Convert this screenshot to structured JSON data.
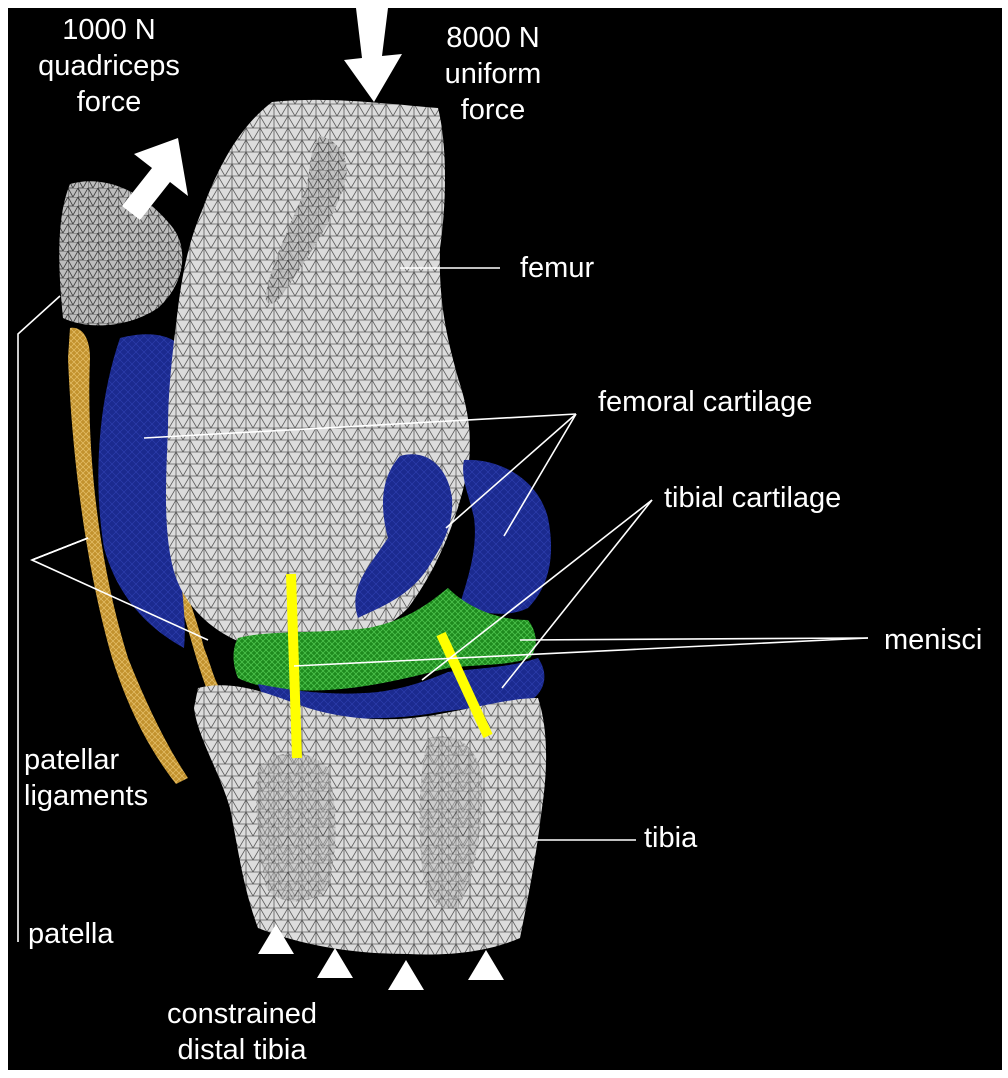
{
  "colors": {
    "background": "#000000",
    "bone": "#d9d9d9",
    "cartilage": "#1a237e",
    "menisci": "#1f8c1f",
    "ligament": "#c99b3c",
    "marker": "#ffff00",
    "arrow": "#ffffff",
    "label_text": "#ffffff",
    "leader_line": "#ffffff"
  },
  "loads": {
    "quadriceps": {
      "line1": "1000 N",
      "line2": "quadriceps",
      "line3": "force"
    },
    "uniform": {
      "line1": "8000 N",
      "line2": "uniform",
      "line3": "force"
    }
  },
  "labels": {
    "femur": "femur",
    "femoral_cartilage": "femoral cartilage",
    "tibial_cartilage": "tibial cartilage",
    "menisci": "menisci",
    "tibia": "tibia",
    "patella": "patella",
    "patellar_ligaments": {
      "line1": "patellar",
      "line2": "ligaments"
    },
    "constraint": {
      "line1": "constrained",
      "line2": "distal tibia"
    }
  },
  "icons": [
    "load-arrow-icon",
    "constraint-triangle-icon"
  ]
}
